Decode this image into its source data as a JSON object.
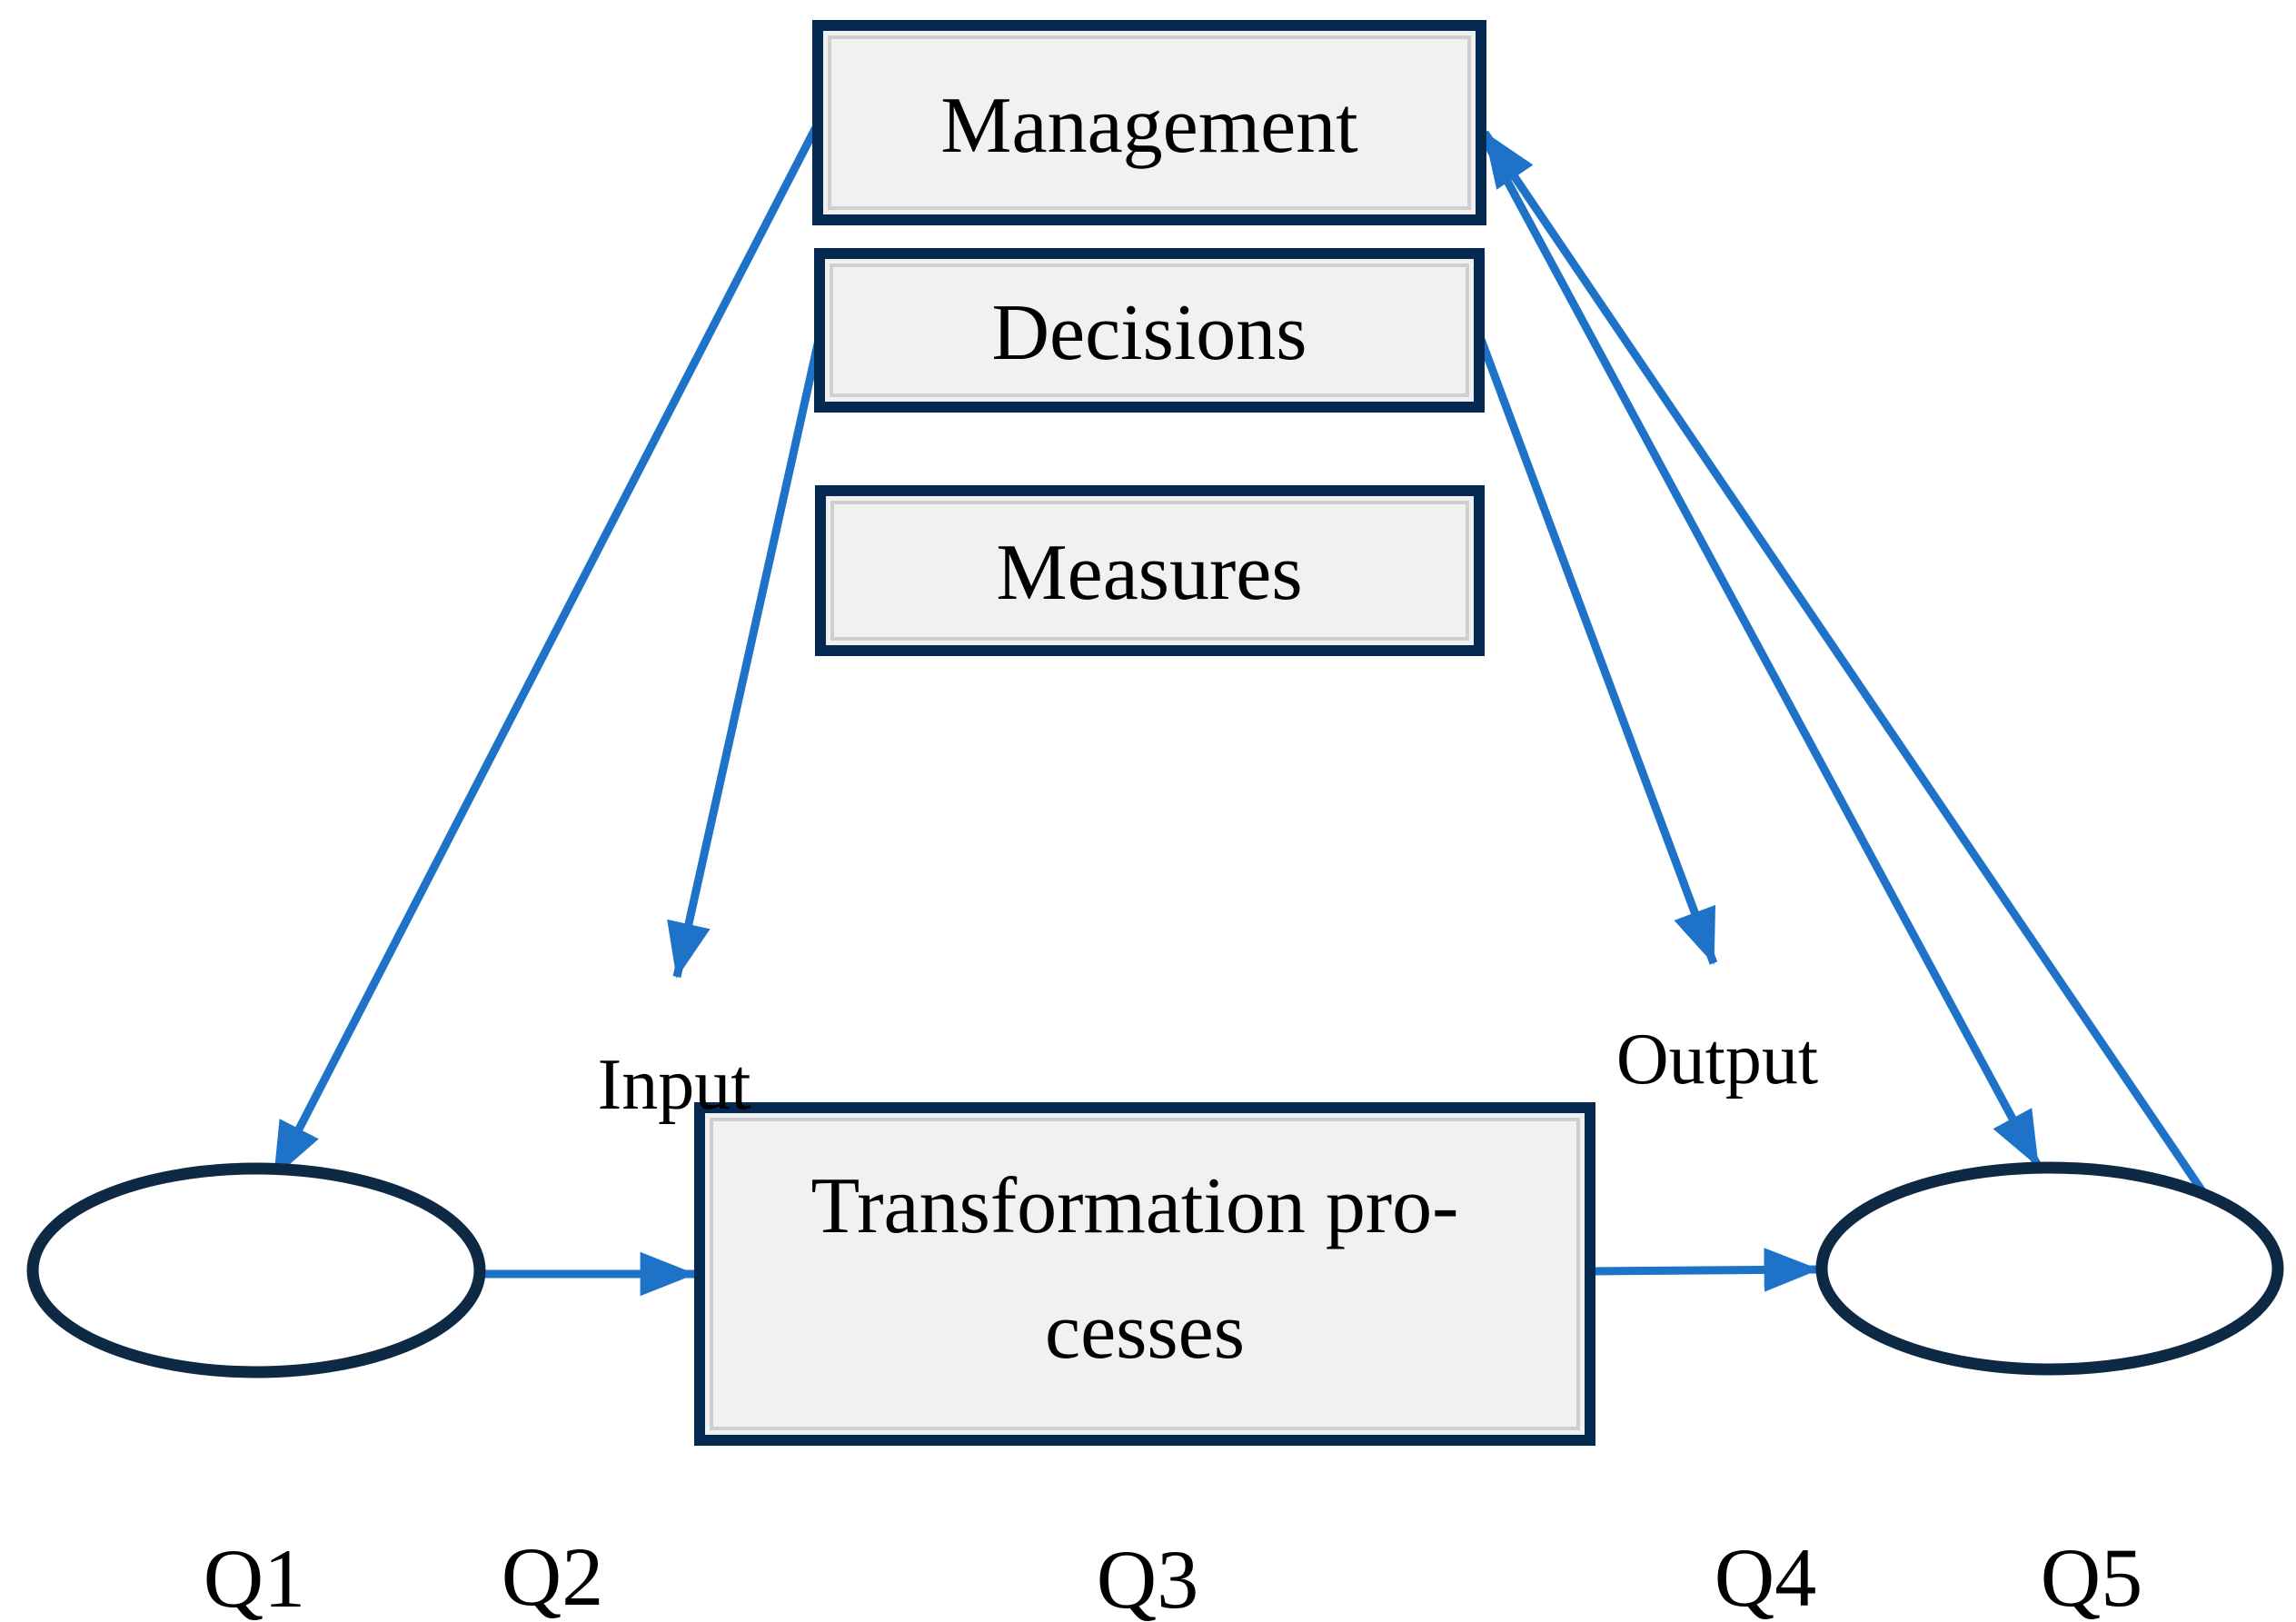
{
  "colors": {
    "arrow_blue": "#1E73C8",
    "box_border_navy": "#042A52",
    "ellipse_navy": "#0E2943",
    "box_fill_gray": "#F1F1F2",
    "text_black": "#000000",
    "background": "#FFFFFF"
  },
  "boxes": {
    "management": {
      "label": "Management"
    },
    "decisions": {
      "label": "Decisions"
    },
    "measures": {
      "label": "Measures"
    },
    "transformation": {
      "label_line1": "Transformation pro-",
      "label_line2": "cesses"
    }
  },
  "flow_labels": {
    "input": "Input",
    "output": "Output"
  },
  "question_labels": [
    "Q1",
    "Q2",
    "Q3",
    "Q4",
    "Q5"
  ],
  "arrows": [
    {
      "from": "management",
      "to": "left-ellipse"
    },
    {
      "from": "decisions",
      "to": "input-area"
    },
    {
      "from": "decisions",
      "to": "output-area"
    },
    {
      "from": "management",
      "to": "right-ellipse"
    },
    {
      "from": "right-ellipse",
      "to": "management"
    },
    {
      "from": "left-ellipse",
      "to": "transformation"
    },
    {
      "from": "transformation",
      "to": "right-ellipse"
    }
  ]
}
